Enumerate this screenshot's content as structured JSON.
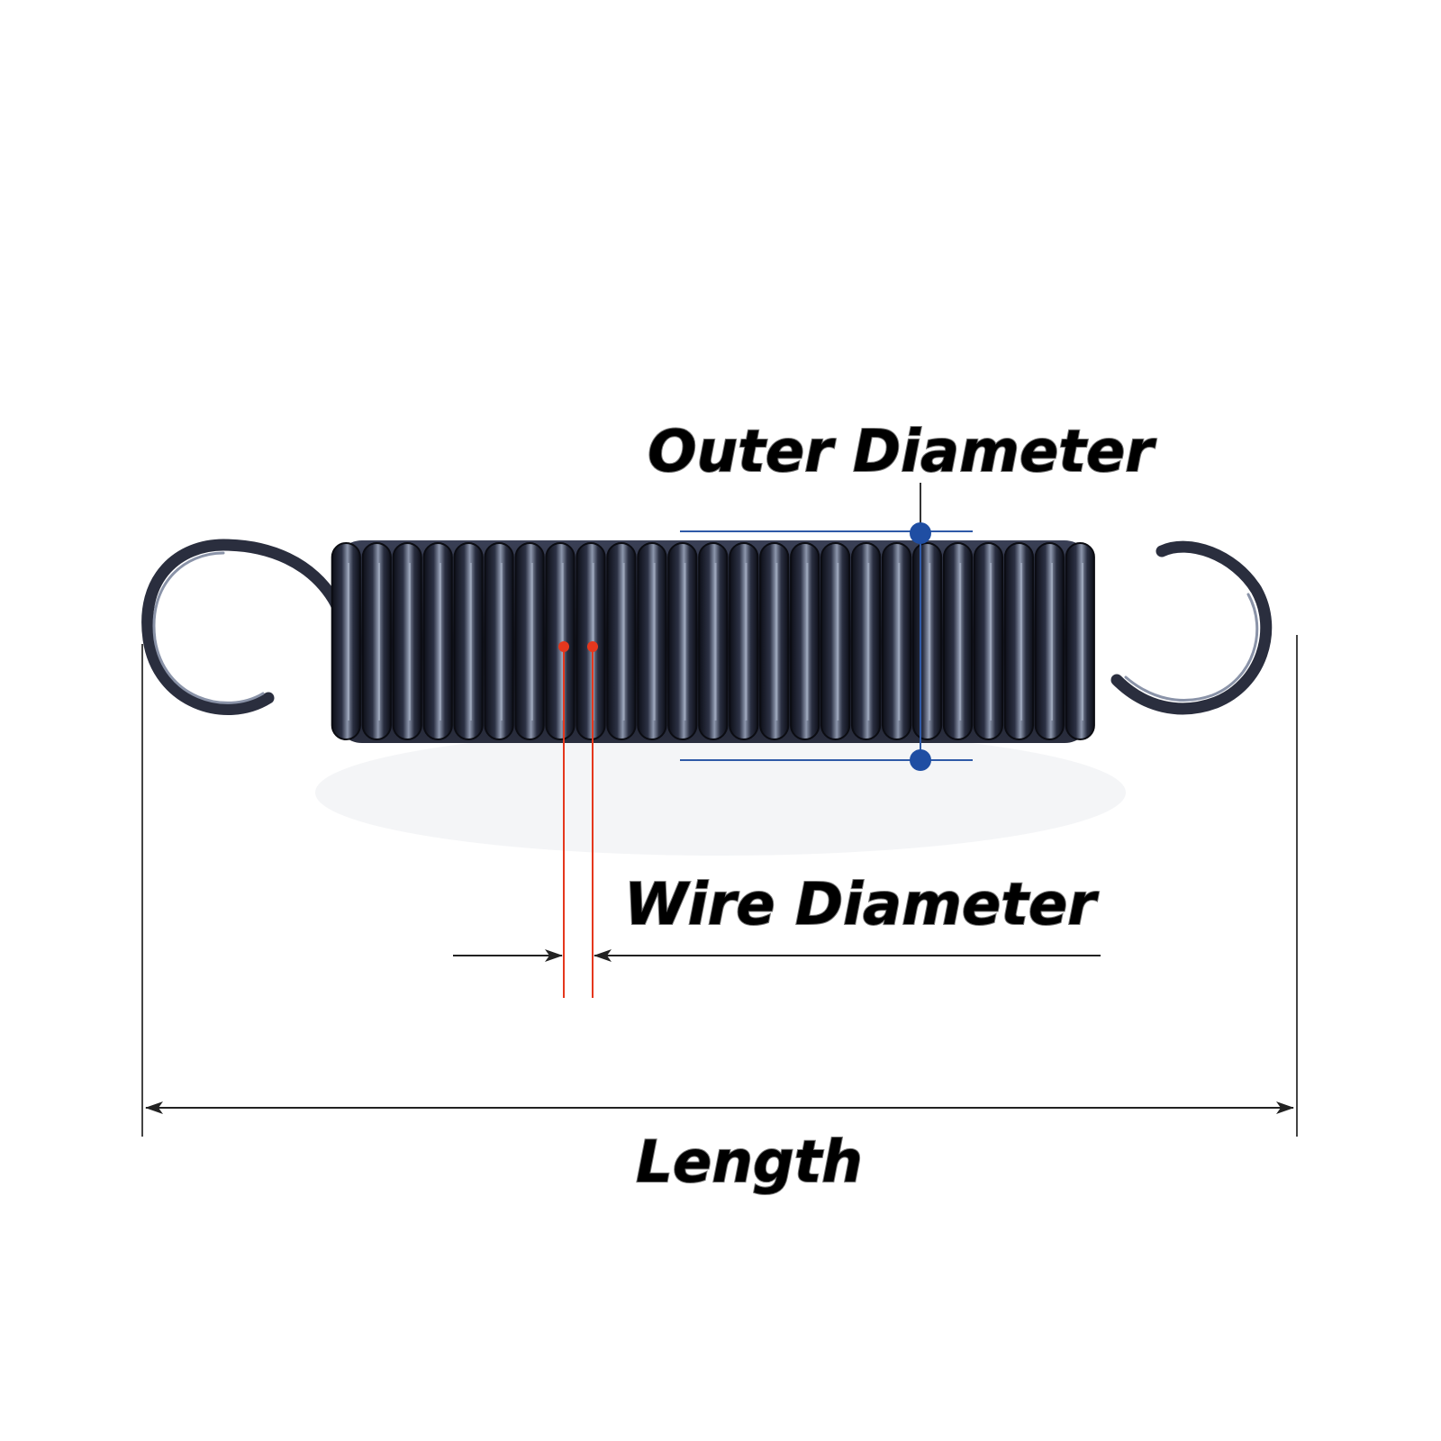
{
  "labels": {
    "outer_diameter": "Outer Diameter",
    "wire_diameter": "Wire Diameter",
    "length": "Length"
  },
  "spring": {
    "coil_count": 25
  },
  "colors": {
    "background": "#ffffff",
    "spring_dark": "#1b1d2a",
    "spring_highlight": "#9aa3b8",
    "outer_diameter_marker": "#1f4ea3",
    "wire_diameter_marker": "#e5371d",
    "dimension_line": "#444444"
  }
}
